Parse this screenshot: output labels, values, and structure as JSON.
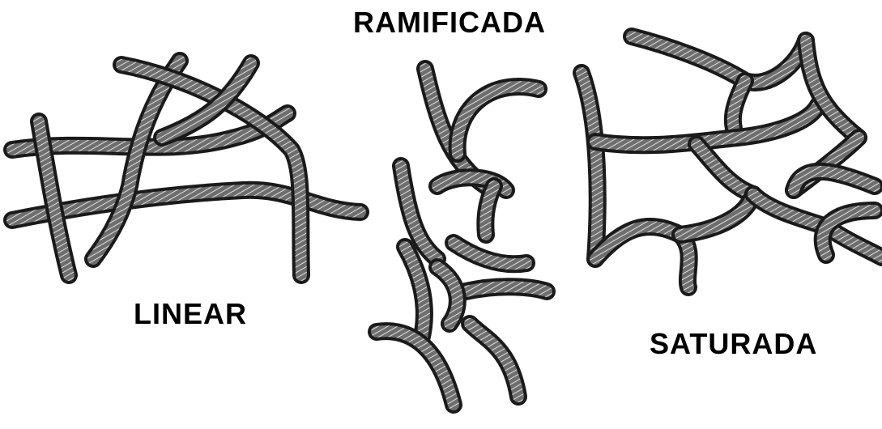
{
  "labels": {
    "ramificada": "RAMIFICADA",
    "linear": "LINEAR",
    "saturada": "SATURADA"
  },
  "colors": {
    "chain_outline": "#1a1a1a",
    "chain_fill": "#7a7a7a",
    "chain_texture": "#d8d8d8",
    "text": "#000000",
    "background": "#ffffff"
  }
}
